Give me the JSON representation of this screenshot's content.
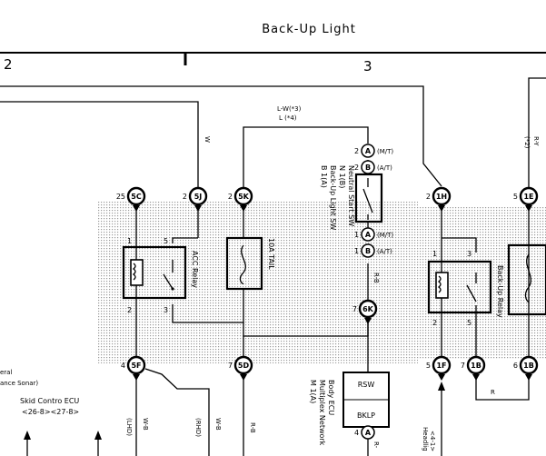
{
  "title": "Back-Up Light",
  "sections": [
    "2",
    "3"
  ],
  "connectors": [
    {
      "num": "25",
      "code": "5C"
    },
    {
      "num": "2",
      "code": "5J"
    },
    {
      "num": "2",
      "code": "5K"
    },
    {
      "num": "7",
      "code": "6K"
    },
    {
      "num": "4",
      "code": "5F"
    },
    {
      "num": "7",
      "code": "5D"
    },
    {
      "num": "2",
      "code": "1H"
    },
    {
      "num": "5",
      "code": "1E"
    },
    {
      "num": "5",
      "code": "1F"
    },
    {
      "num": "7",
      "code": "1B"
    },
    {
      "num": "6",
      "code": "1B"
    }
  ],
  "pins": [
    {
      "num": "2",
      "code": "A",
      "note": "(M/T)"
    },
    {
      "num": "2",
      "code": "B",
      "note": "(A/T)"
    },
    {
      "num": "1",
      "code": "A",
      "note": "(M/T)"
    },
    {
      "num": "1",
      "code": "B",
      "note": "(A/T)"
    },
    {
      "num": "4",
      "code": "A",
      "note": ""
    }
  ],
  "wires": {
    "lw_top": "L-W(*3)",
    "l_top": "L (*4)",
    "w": "W",
    "ry": "R-Y",
    "ry_note": "(*2)",
    "rb_mid": "R-B",
    "wb_lhd": "W-B",
    "lhd": "(LHD)",
    "wb_rhd": "W-B",
    "rhd": "(RHD)",
    "rb_bot": "R-B",
    "r_bot": "R-",
    "r_loop": "R"
  },
  "components": {
    "acc_relay": "ACC Relay",
    "fuse": "10A TAIL",
    "switch_id1": "B 1(A)",
    "switch_name1": "Back-Up Light SW",
    "switch_id2": "N 1(B)",
    "switch_name2": "Neutral Start SW",
    "ecu_id": "M 1(A)",
    "ecu_name1": "Multiplex Network",
    "ecu_name2": "Body ECU",
    "rsw": "RSW",
    "bklp": "BKLP",
    "right_relay": "Back-Up Relay",
    "headlight_note": "Headlig",
    "headlight_ref": "<4-1>",
    "left_note1": "eral",
    "left_note2": "ance Sonar)",
    "skid_ecu": "Skid Contro ECU",
    "skid_ref": "<26-8><27-8>"
  },
  "relay_pins": {
    "acc_top": "1",
    "acc_top_r": "5",
    "acc_bot": "2",
    "acc_bot_r": "3",
    "r_top": "1",
    "r_top_r": "3",
    "r_bot": "2",
    "r_bot_r": "5"
  }
}
